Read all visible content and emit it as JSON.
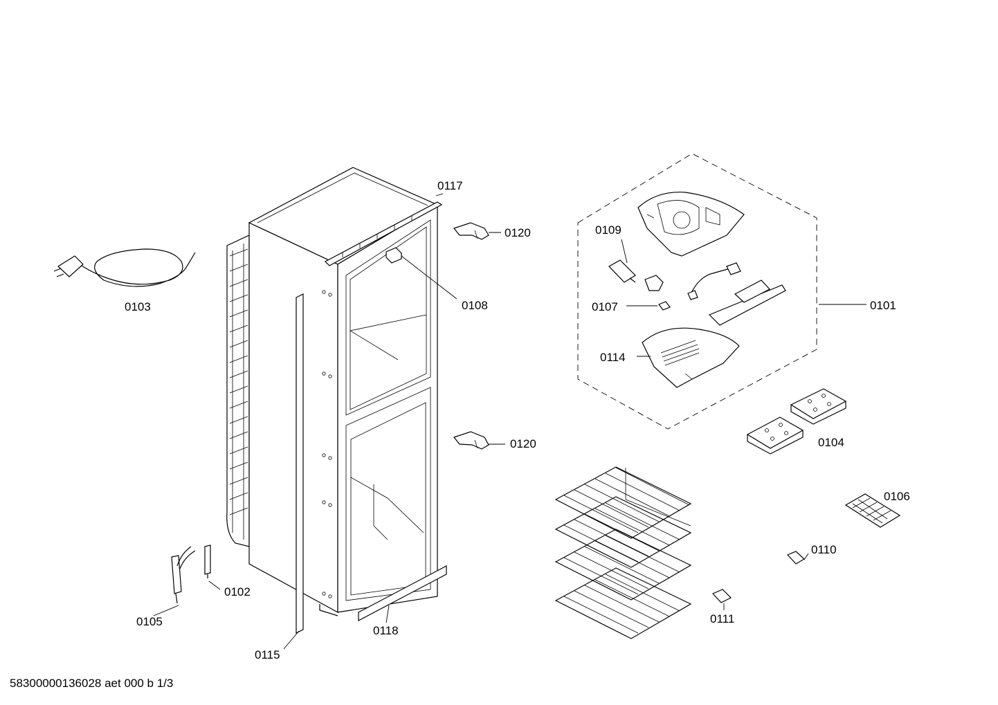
{
  "parts": {
    "p0101": "0101",
    "p0102": "0102",
    "p0103": "0103",
    "p0104": "0104",
    "p0105": "0105",
    "p0106": "0106",
    "p0107": "0107",
    "p0108": "0108",
    "p0109": "0109",
    "p0110": "0110",
    "p0111": "0111",
    "p0114": "0114",
    "p0115": "0115",
    "p0117": "0117",
    "p0118": "0118",
    "p0120a": "0120",
    "p0120b": "0120"
  },
  "footer": {
    "document_id": "58300000136028 aet 000 b 1/3"
  }
}
